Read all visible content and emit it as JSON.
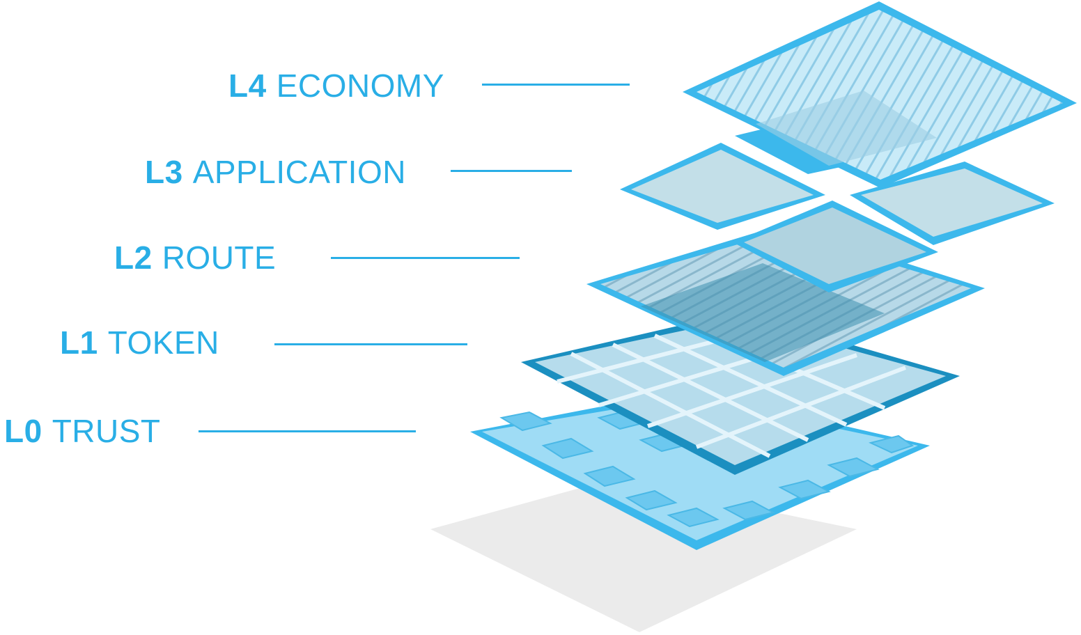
{
  "layers": [
    {
      "code": "L4",
      "name": "ECONOMY"
    },
    {
      "code": "L3",
      "name": "APPLICATION"
    },
    {
      "code": "L2",
      "name": "ROUTE"
    },
    {
      "code": "L1",
      "name": "TOKEN"
    },
    {
      "code": "L0",
      "name": "TRUST"
    }
  ],
  "colors": {
    "accent": "#29aee6",
    "panel_edge": "#34b3ea",
    "panel_edge_dark": "#1b8fc0",
    "panel_fill": "#bfe6f6",
    "shadow": "#ececec"
  }
}
